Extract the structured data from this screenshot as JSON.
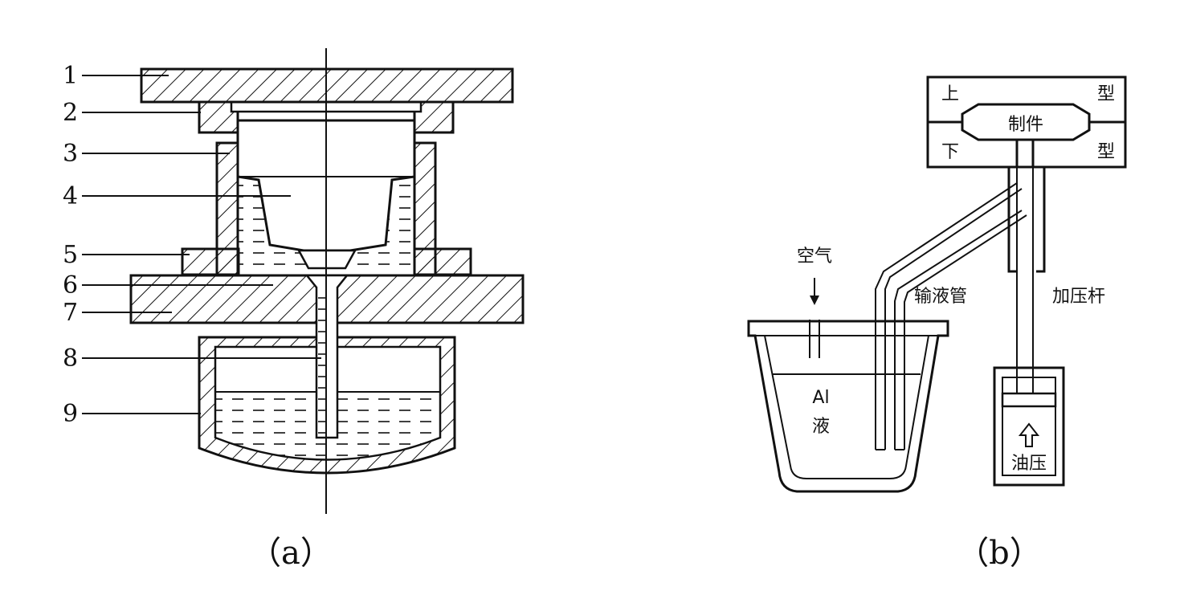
{
  "figure_a": {
    "caption": "（a）",
    "part_labels": [
      "1",
      "2",
      "3",
      "4",
      "5",
      "6",
      "7",
      "8",
      "9"
    ]
  },
  "figure_b": {
    "caption": "（b）",
    "upper_mold": [
      "上",
      "型"
    ],
    "lower_mold": [
      "下",
      "型"
    ],
    "casting": "制件",
    "air": "空气",
    "liquid_top": "Al",
    "liquid_bottom": "液",
    "delivery_tube": "输液管",
    "press_rod": "加压杆",
    "oil_pressure": "油压"
  },
  "colors": {
    "ink": "#111111",
    "background": "#ffffff"
  }
}
